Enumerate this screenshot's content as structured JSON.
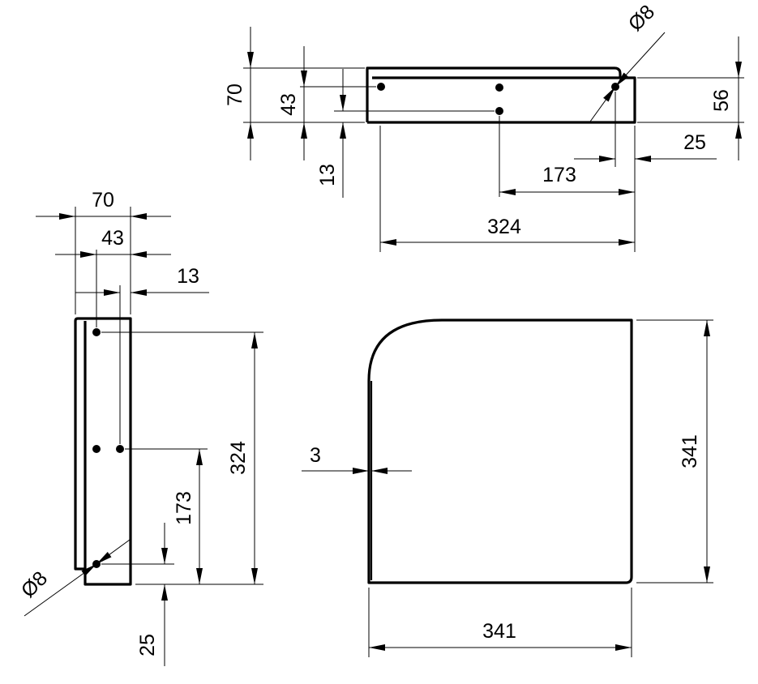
{
  "dimensions": {
    "top_view": {
      "height_70": "70",
      "height_43": "43",
      "height_13": "13",
      "height_56": "56",
      "length_324": "324",
      "length_173": "173",
      "offset_25": "25",
      "hole_diameter": "Ø8"
    },
    "side_view": {
      "width_70": "70",
      "width_43": "43",
      "width_13": "13",
      "length_324": "324",
      "length_173": "173",
      "offset_25": "25",
      "hole_diameter": "Ø8"
    },
    "plate_view": {
      "width_341": "341",
      "height_341": "341",
      "thickness_3": "3"
    }
  }
}
